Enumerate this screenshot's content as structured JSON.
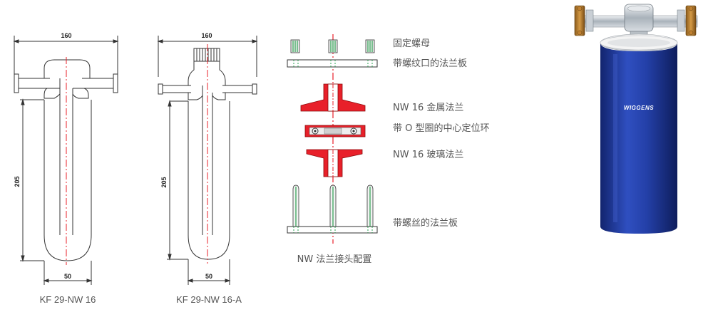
{
  "drawings": {
    "left": {
      "width_dim": "160",
      "height_dim": "205",
      "bottom_dim": "50",
      "caption": "KF 29-NW 16"
    },
    "right": {
      "width_dim": "160",
      "height_dim": "205",
      "bottom_dim": "50",
      "caption": "KF 29-NW 16-A"
    }
  },
  "assembly": {
    "labels": [
      "固定螺母",
      "带螺纹口的法兰板",
      "NW 16 金属法兰",
      "带 O 型圈的中心定位环",
      "NW 16 玻璃法兰",
      "带螺丝的法兰板"
    ],
    "caption": "NW 法兰接头配置"
  },
  "product": {
    "brand": "WIGGENS"
  },
  "colors": {
    "accent_red": "#e8202a",
    "jacket_blue": "#1f3a9b",
    "centerline": "#e8202a",
    "thread_green": "#2aa050"
  }
}
